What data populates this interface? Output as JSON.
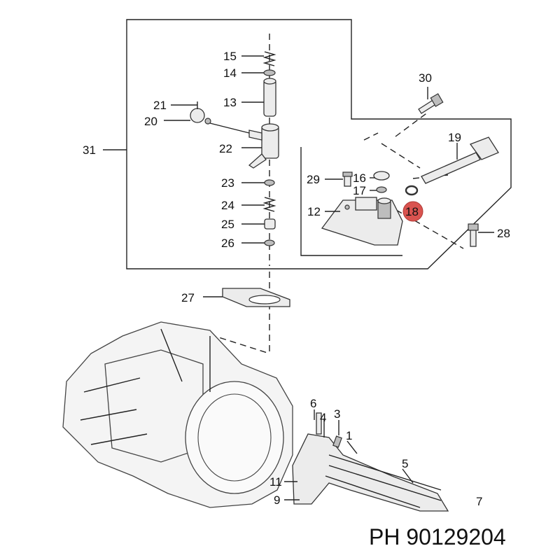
{
  "callouts": {
    "c1": "1",
    "c3": "3",
    "c4": "4",
    "c5": "5",
    "c6": "6",
    "c7": "7",
    "c9": "9",
    "c11": "11",
    "c12": "12",
    "c13": "13",
    "c14": "14",
    "c15": "15",
    "c16": "16",
    "c17": "17",
    "c18": "18",
    "c19": "19",
    "c20": "20",
    "c21": "21",
    "c22": "22",
    "c23": "23",
    "c24": "24",
    "c25": "25",
    "c26": "26",
    "c27": "27",
    "c28": "28",
    "c29": "29",
    "c30": "30",
    "c31": "31"
  },
  "highlight": {
    "part": "18",
    "color": "#d9534f"
  },
  "footer": {
    "part_number": "PH 90129204"
  }
}
